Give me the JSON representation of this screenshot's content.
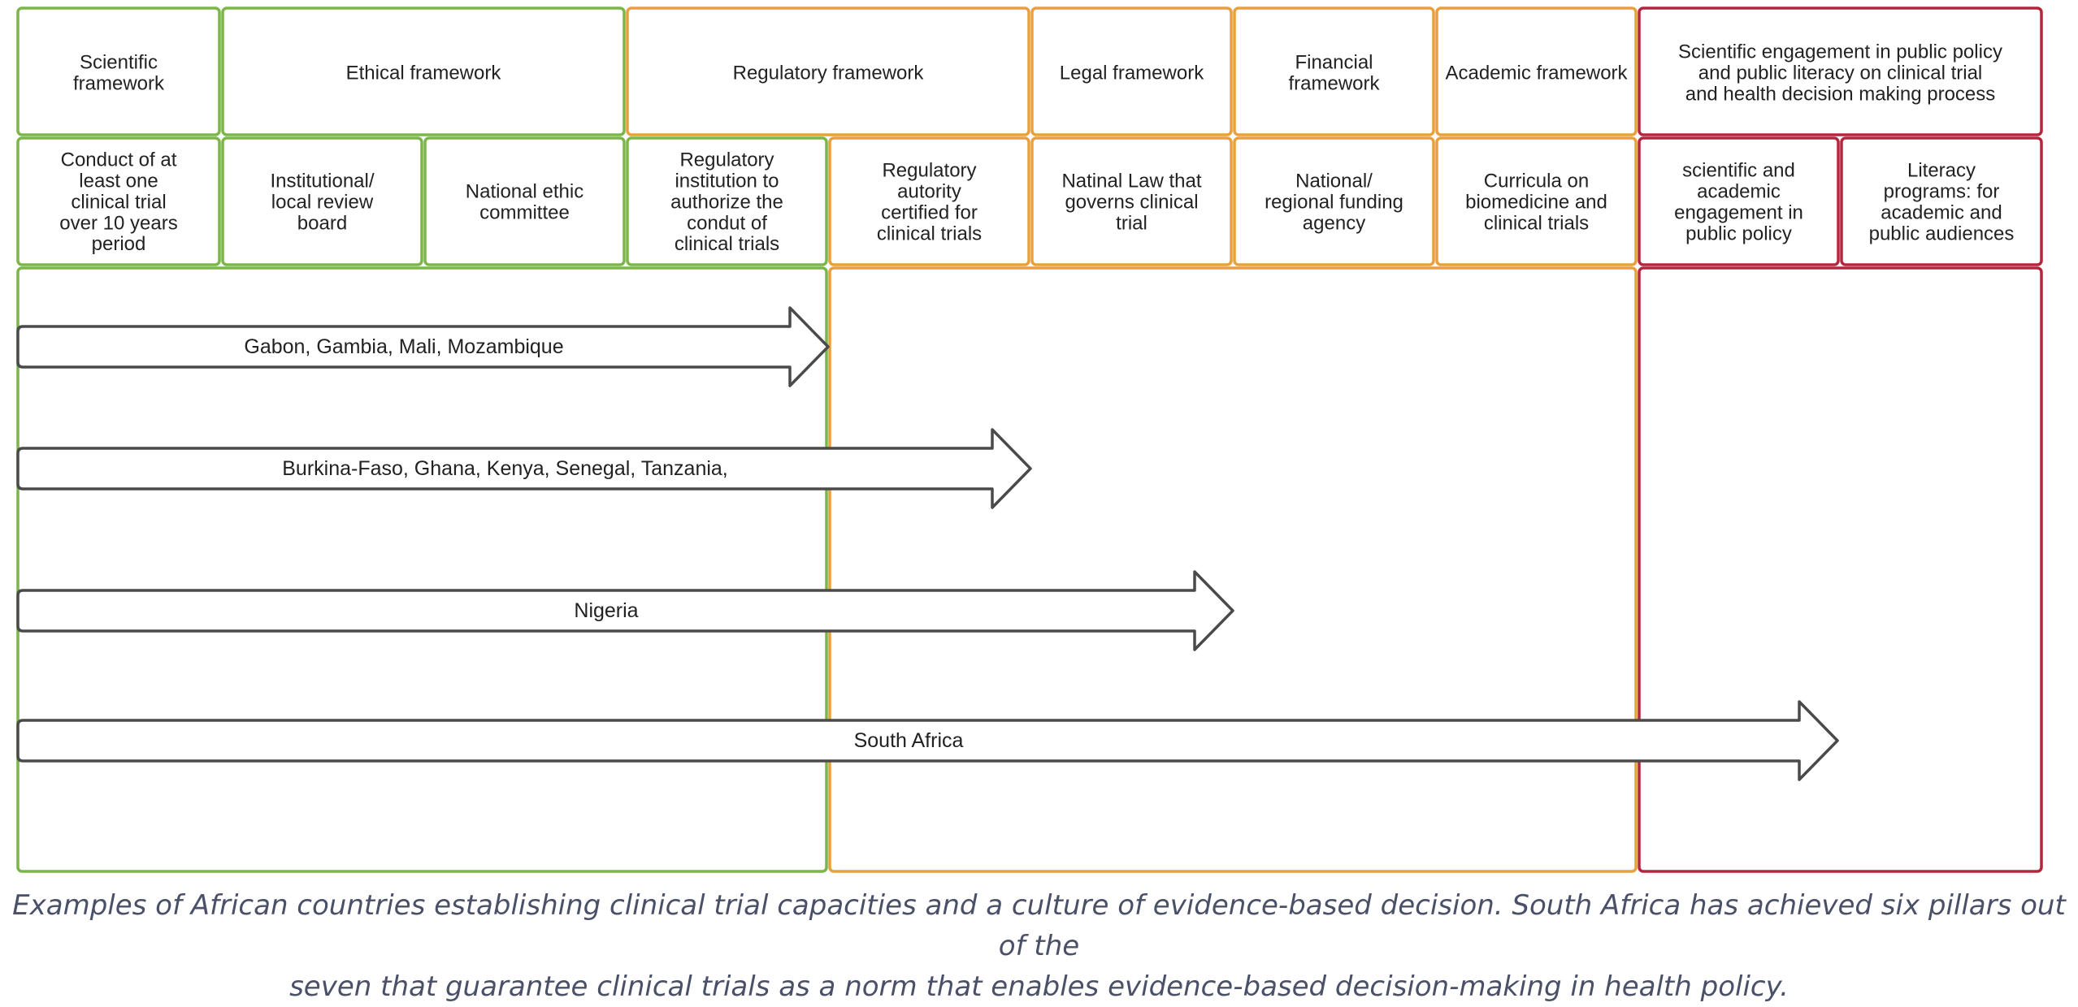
{
  "colors": {
    "green": "#7ab648",
    "orange": "#e8a03c",
    "red": "#b3263e",
    "arrow_stroke": "#4a4a4a",
    "text": "#222222",
    "caption": "#4a5068"
  },
  "pillars": [
    {
      "label": "Scientific framework",
      "color": "green"
    },
    {
      "label": "Ethical  framework",
      "color": "green"
    },
    {
      "label": "Regulatory framework",
      "color": "orange"
    },
    {
      "label": "Legal framework",
      "color": "orange"
    },
    {
      "label": "Financial framework",
      "color": "orange"
    },
    {
      "label": "Academic framework",
      "color": "orange"
    },
    {
      "label": "Scientific engagement in public policy and public literacy on clinical trial and health decision making process",
      "color": "red"
    }
  ],
  "criteria": [
    {
      "label": "Conduct of at least one clinical trial over 10 years period",
      "color": "green"
    },
    {
      "label": "Institutional/ local review board",
      "color": "green"
    },
    {
      "label": "National ethic committee",
      "color": "green"
    },
    {
      "label": "Regulatory institution to authorize the condut of clinical trials",
      "color": "green"
    },
    {
      "label": "Regulatory autority certified for clinical trials",
      "color": "orange"
    },
    {
      "label": "Natinal Law that governs clinical trial",
      "color": "orange"
    },
    {
      "label": "National/ regional funding  agency",
      "color": "orange"
    },
    {
      "label": "Curricula on biomedicine and clinical trials",
      "color": "orange"
    },
    {
      "label": "scientific and academic engagement in public policy",
      "color": "red"
    },
    {
      "label": "Literacy programs: for academic and public audiences",
      "color": "red"
    }
  ],
  "country_groups": [
    {
      "label": "Gabon, Gambia, Mali, Mozambique",
      "criteria_reached": 4
    },
    {
      "label": "Burkina-Faso, Ghana, Kenya, Senegal, Tanzania,",
      "criteria_reached": 5
    },
    {
      "label": "Nigeria",
      "criteria_reached": 6
    },
    {
      "label": "South Africa",
      "criteria_reached": 9
    }
  ],
  "caption": {
    "line1": "Examples of African countries establishing clinical trial capacities and a culture of evidence-based decision. South Africa has achieved six pillars out of the",
    "line2": "seven that guarantee clinical trials as a norm that enables evidence-based decision-making in health policy."
  }
}
